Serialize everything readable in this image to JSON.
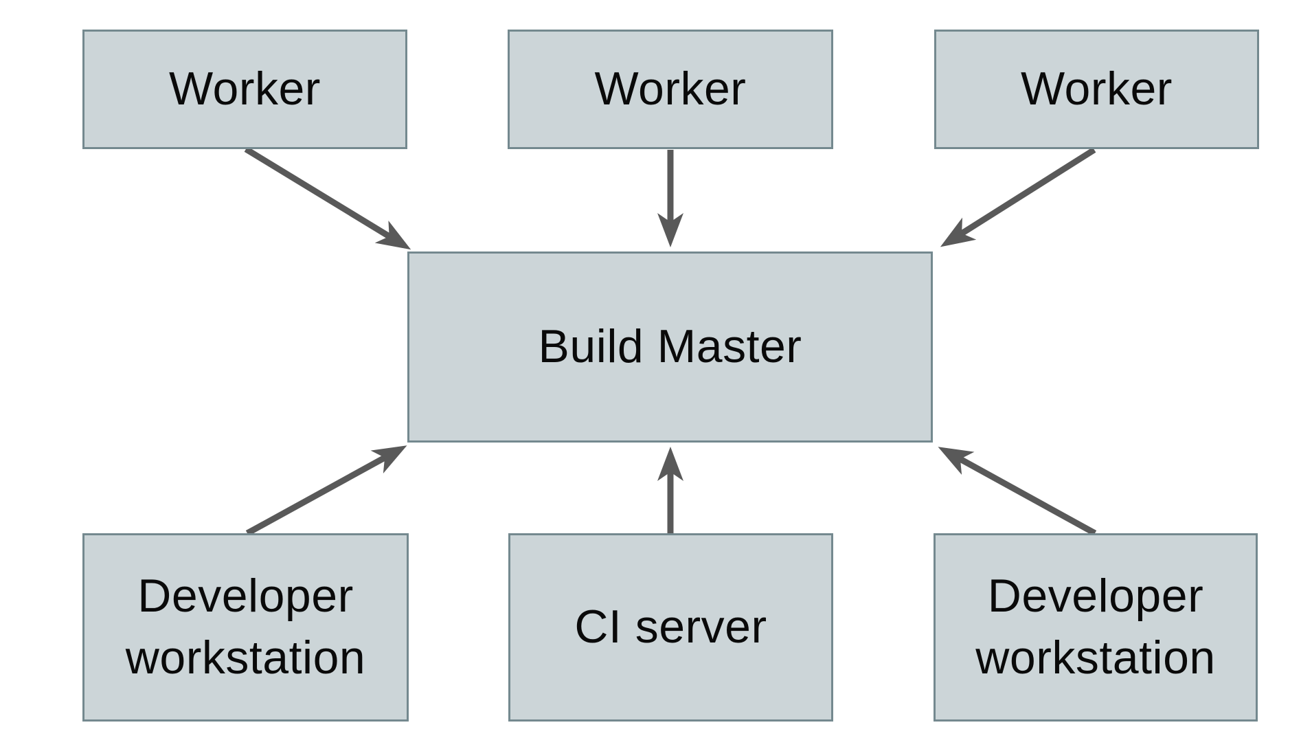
{
  "diagram": {
    "colors": {
      "background": "#ffffff",
      "node_fill": "#ccd5d8",
      "node_border": "#74898f",
      "arrow": "#595959",
      "text": "#0a0a0a"
    },
    "nodes": [
      {
        "id": "worker-1",
        "label": "Worker"
      },
      {
        "id": "worker-2",
        "label": "Worker"
      },
      {
        "id": "worker-3",
        "label": "Worker"
      },
      {
        "id": "build-master",
        "label": "Build Master"
      },
      {
        "id": "dev-workstation-1",
        "label": "Developer workstation"
      },
      {
        "id": "ci-server",
        "label": "CI server"
      },
      {
        "id": "dev-workstation-2",
        "label": "Developer workstation"
      }
    ],
    "edges": [
      {
        "from": "worker-1",
        "to": "build-master"
      },
      {
        "from": "worker-2",
        "to": "build-master"
      },
      {
        "from": "worker-3",
        "to": "build-master"
      },
      {
        "from": "dev-workstation-1",
        "to": "build-master"
      },
      {
        "from": "ci-server",
        "to": "build-master"
      },
      {
        "from": "dev-workstation-2",
        "to": "build-master"
      }
    ]
  }
}
